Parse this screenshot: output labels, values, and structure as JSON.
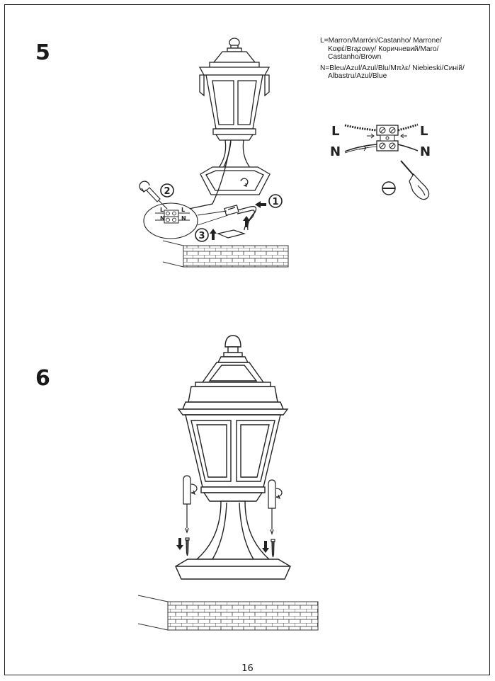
{
  "steps": {
    "step5": "5",
    "step6": "6"
  },
  "legend": {
    "live": "L=Marron/Marrón/Castanho/ Marrone/Καφέ/Brązowy/ Коричневий/Maro/ Castanho/Brown",
    "neutral": "N=Bleu/Azul/Azul/Blu/Μπλε/ Niebieski/Синій/ Albastru/Azul/Blue"
  },
  "terminal": {
    "live_left": "L",
    "live_right": "L",
    "neutral_left": "N",
    "neutral_right": "N",
    "inset_live": "L",
    "inset_neutral": "N"
  },
  "callouts": {
    "one": "1",
    "two": "2",
    "three": "3"
  },
  "page_number": "16",
  "icons": [
    "screwdriver-icon",
    "slot-screw-icon",
    "rotate-arrow-icon",
    "up-arrow-icon",
    "down-arrow-icon",
    "left-arrow-icon"
  ]
}
